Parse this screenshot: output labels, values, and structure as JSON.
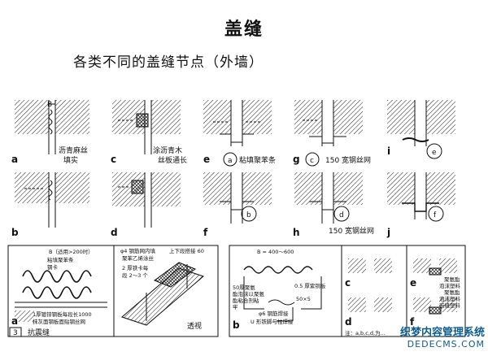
{
  "title": "盖缝",
  "subtitle": "各类不同的盖缝节点（外墙）",
  "labels": {
    "a": "a",
    "b": "b",
    "c": "c",
    "d": "d",
    "e": "e",
    "f": "f",
    "g": "g",
    "h": "h",
    "i": "i",
    "j": "j",
    "B": "B"
  },
  "notes": {
    "asphalt_line1": "沥青麻丝",
    "asphalt_line2": "填实",
    "wood_line1": "涂沥青木",
    "wood_line2": "丝板通长",
    "polystyrene": "粘填聚苯条",
    "mesh_top": "150 宽钢丝网",
    "mesh_bottom": "150 宽钢丝网",
    "circle_b": "b",
    "circle_c": "c",
    "circle_d": "d",
    "circle_e": "e",
    "circle_f": "f"
  },
  "bottom": {
    "b_applicable": "B（适用>200时）",
    "polystyrene_strip": "粘填聚苯条",
    "steel_card": "钢卡",
    "steel_plate": "1厚镀锌钢板每段长1000",
    "plaster": "抹灰面钢板面贴钢丝网",
    "figure_no": "3",
    "seismic": "抗震缝",
    "mesh_fill": "φ4 钢筋网内填",
    "pe_cord": "聚苯乙烯泳丝",
    "plate2": "2 厚铁卡每",
    "plate2b": "段 2～3 个",
    "overlap": "上下段搭接 60",
    "perspective": "透视",
    "b_range": "B = 400～600",
    "pu_foam": "50厚聚氨",
    "pu_foam2": "酯泡沫以聚氨",
    "pu_foam3": "酯粘合剂粘",
    "pu_foam4": "牢",
    "copper": "0.5 厚紫铜板",
    "bracket": "50×5",
    "rebar": "φ6 钢筋焊接",
    "u_steel": "U 形铁脚与柱焊接",
    "pu_seal": "聚氨酯",
    "pu_seal2": "泡沫塑料",
    "pu_seal3": "",
    "pu_seal_b": "聚氨酯",
    "pu_seal_b2": "泡沫塑料",
    "pu_seal_b3": "嵌缝塑料",
    "note_small": "注：a,b,c,d,为..."
  },
  "watermark": {
    "line1": "织梦内容管理系统",
    "line2": "DEDECMS.COM"
  }
}
